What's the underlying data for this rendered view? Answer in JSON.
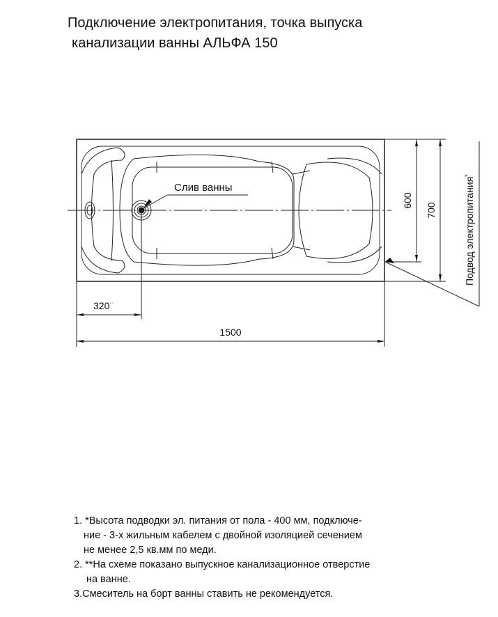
{
  "title": {
    "line1": "Подключение электропитания,  точка выпуска",
    "line2": "канализации ванны АЛЬФА 150"
  },
  "drawing": {
    "drain_label": "Слив ванны",
    "dim_inner_width": "600",
    "dim_outer_width": "700",
    "dim_drain_offset": "320",
    "dim_drain_offset_mark": "**",
    "dim_length": "1500",
    "power_label": "Подвод электропитания",
    "power_label_mark": "*"
  },
  "notes": {
    "n1_l1": "1. *Высота подводки эл. питания от пола - 400 мм, подключе-",
    "n1_l2": "ние - 3-х жильным кабелем с двойной изоляцией сечением",
    "n1_l3": "не менее 2,5 кв.мм по меди.",
    "n2_l1": "2. **На схеме показано выпускное канализационное отверстие",
    "n2_l2": "на ванне.",
    "n3": "3.Смеситель на борт ванны ставить не рекомендуется."
  }
}
